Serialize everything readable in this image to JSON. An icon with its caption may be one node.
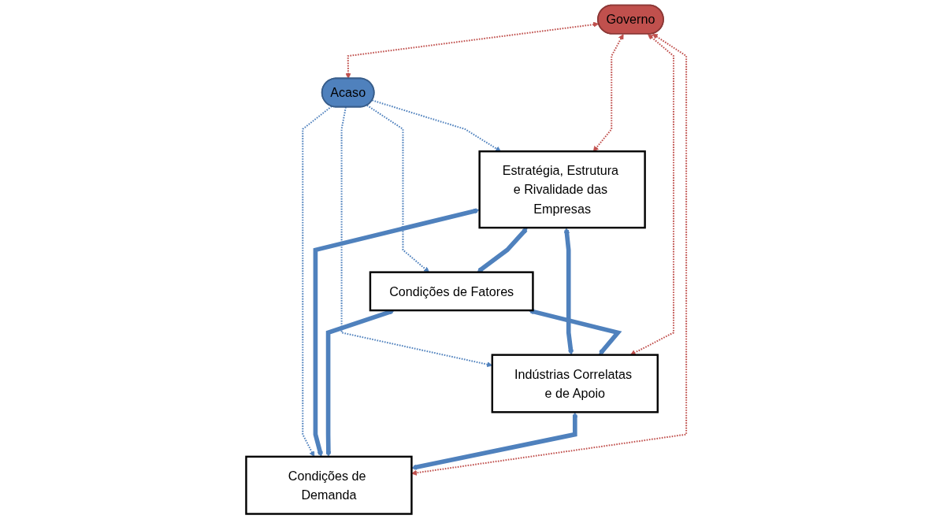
{
  "diagram": {
    "nodes": [
      {
        "text": [
          "Acaso"
        ]
      },
      {
        "text": [
          "Estratégia, Estrutura e Rivalidade das Empresas"
        ]
      },
      {
        "text": [
          "Condições de Fatores"
        ]
      },
      {
        "text": [
          "Condições de Demanda"
        ]
      },
      {
        "text": [
          "Indústrias Correlatas e de Apoio"
        ]
      },
      {
        "text": [
          "Governo"
        ]
      }
    ],
    "edges": [
      {
        "from": 0,
        "to": 1,
        "arrow": "to",
        "style": "dashed"
      },
      {
        "from": 0,
        "to": 3,
        "arrow": "to",
        "style": "dashed"
      },
      {
        "from": 0,
        "to": 2,
        "arrow": "to",
        "style": "dashed"
      },
      {
        "from": 0,
        "to": 4,
        "arrow": "to",
        "style": "dashed"
      },
      {
        "from": 1,
        "to": 2,
        "arrow": "both",
        "style": "thick"
      },
      {
        "from": 1,
        "to": 3,
        "arrow": "both",
        "style": "thick"
      },
      {
        "from": 1,
        "to": 4,
        "arrow": "both",
        "style": "thick"
      },
      {
        "from": 2,
        "to": 3,
        "arrow": "both",
        "style": "thick"
      },
      {
        "from": 2,
        "to": 4,
        "arrow": "both",
        "style": "thick"
      },
      {
        "from": 4,
        "to": 3,
        "arrow": "both",
        "style": "thick"
      },
      {
        "from": 5,
        "to": 0,
        "arrow": "both",
        "style": "dashed",
        "color": "#c0504d"
      },
      {
        "from": 5,
        "to": 1,
        "arrow": "both",
        "style": "dashed",
        "color": "#c0504d"
      },
      {
        "from": 5,
        "to": 3,
        "arrow": "both",
        "style": "dashed",
        "color": "#c0504d"
      },
      {
        "from": 5,
        "to": 4,
        "arrow": "both",
        "style": "dashed",
        "color": "#c0504d"
      }
    ]
  }
}
